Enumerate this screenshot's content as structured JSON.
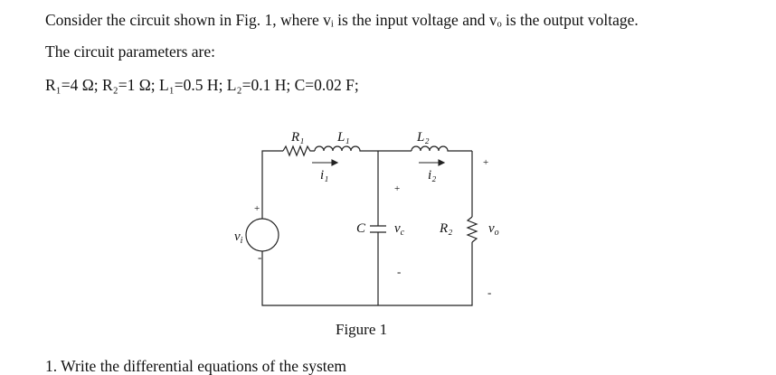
{
  "text": {
    "line1": "Consider the circuit shown in Fig. 1, where vᵢ is the input voltage and vₒ is the output voltage.",
    "line2": "The circuit parameters are:",
    "line3": "R₁=4 Ω; R₂=1 Ω; L₁=0.5 H; L₂=0.1 H; C=0.02 F;",
    "cutoff": "1. Write the differential equations of the system"
  },
  "figure": {
    "caption": "Figure 1",
    "labels": {
      "R1": "R₁",
      "L1": "L₁",
      "L2": "L₂",
      "i1": "i₁",
      "i2": "i₂",
      "C": "C",
      "vc": "v",
      "vc_sub": "c",
      "R2": "R₂",
      "vo": "v",
      "vo_sub": "o",
      "vi": "v",
      "vi_sub": "i",
      "plus": "+",
      "minus": "-"
    }
  }
}
